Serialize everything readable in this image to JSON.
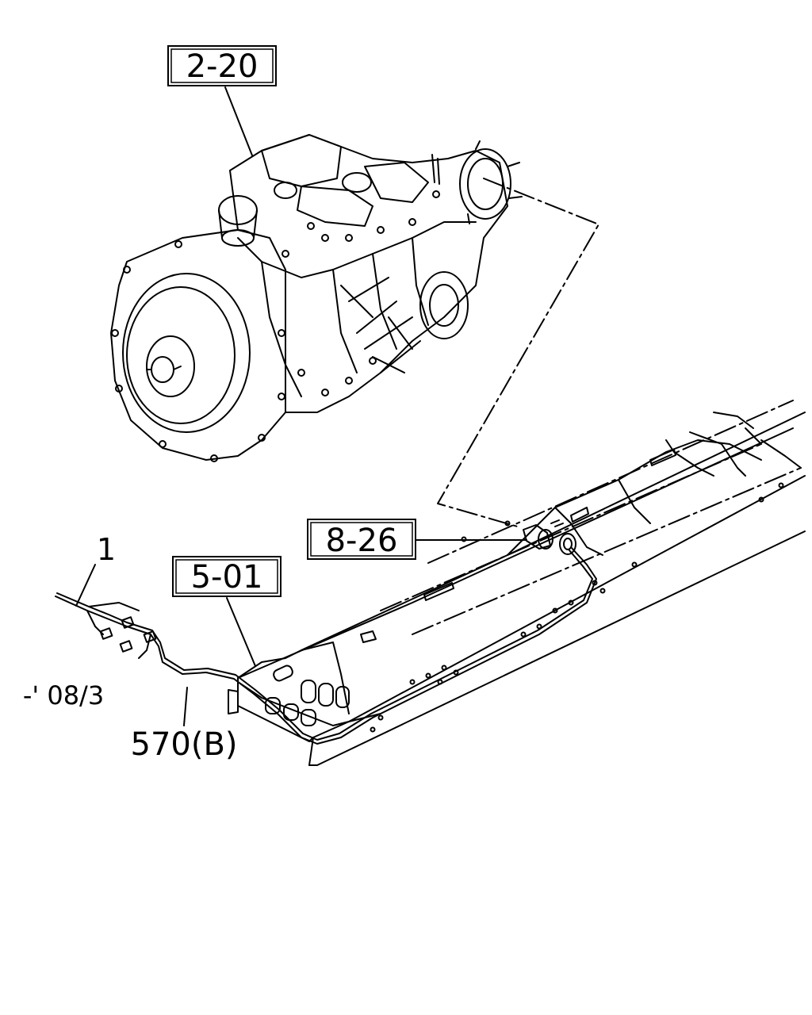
{
  "callouts": {
    "transmission_ref": "2-20",
    "connector_ref": "8-26",
    "frame_ref": "5-01",
    "item_number": "1",
    "harness_part": "570(B)",
    "date_code": "-' 08/3"
  }
}
